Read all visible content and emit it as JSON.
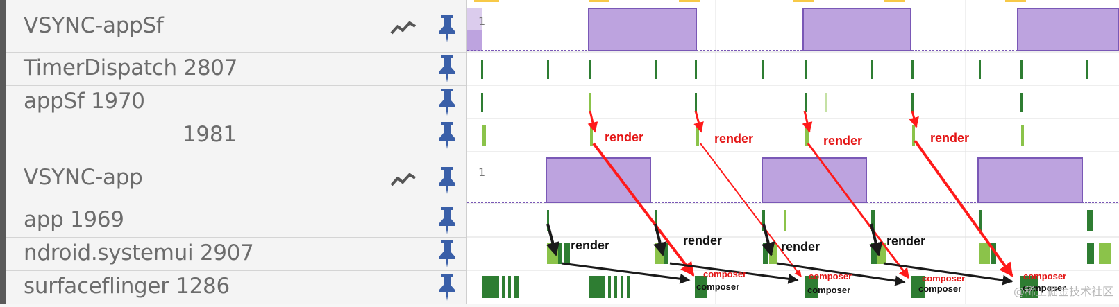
{
  "tracks": [
    {
      "name": "VSYNC-appSf",
      "has_chart": true,
      "pinned": true
    },
    {
      "name": "TimerDispatch 2807",
      "has_chart": false,
      "pinned": true
    },
    {
      "name": "appSf 1970",
      "has_chart": false,
      "pinned": true
    },
    {
      "name": "1981",
      "has_chart": false,
      "pinned": true
    },
    {
      "name": "VSYNC-app",
      "has_chart": true,
      "pinned": true
    },
    {
      "name": "app 1969",
      "has_chart": false,
      "pinned": true
    },
    {
      "name": "ndroid.systemui 2907",
      "has_chart": false,
      "pinned": true
    },
    {
      "name": "surfaceflinger 1286",
      "has_chart": false,
      "pinned": true
    }
  ],
  "counter_values": {
    "vsync_appsf": "1",
    "vsync_app": "1"
  },
  "annotations": {
    "render": "render",
    "composer": "composer"
  },
  "watermark": "@稀土掘金技术社区",
  "icons": {
    "pin": "pin-icon",
    "chart": "line-chart-icon"
  },
  "colors": {
    "vsync_fill": "#bda3df",
    "vsync_line": "#7a58b6",
    "thread_slice": "#2e7d32",
    "thread_slice_light": "#8bc34a",
    "arrow_red": "#ff1a1a",
    "arrow_black": "#1a1a1a",
    "label_text": "#6c6c6c",
    "highlight_yellow": "#f7c948"
  }
}
